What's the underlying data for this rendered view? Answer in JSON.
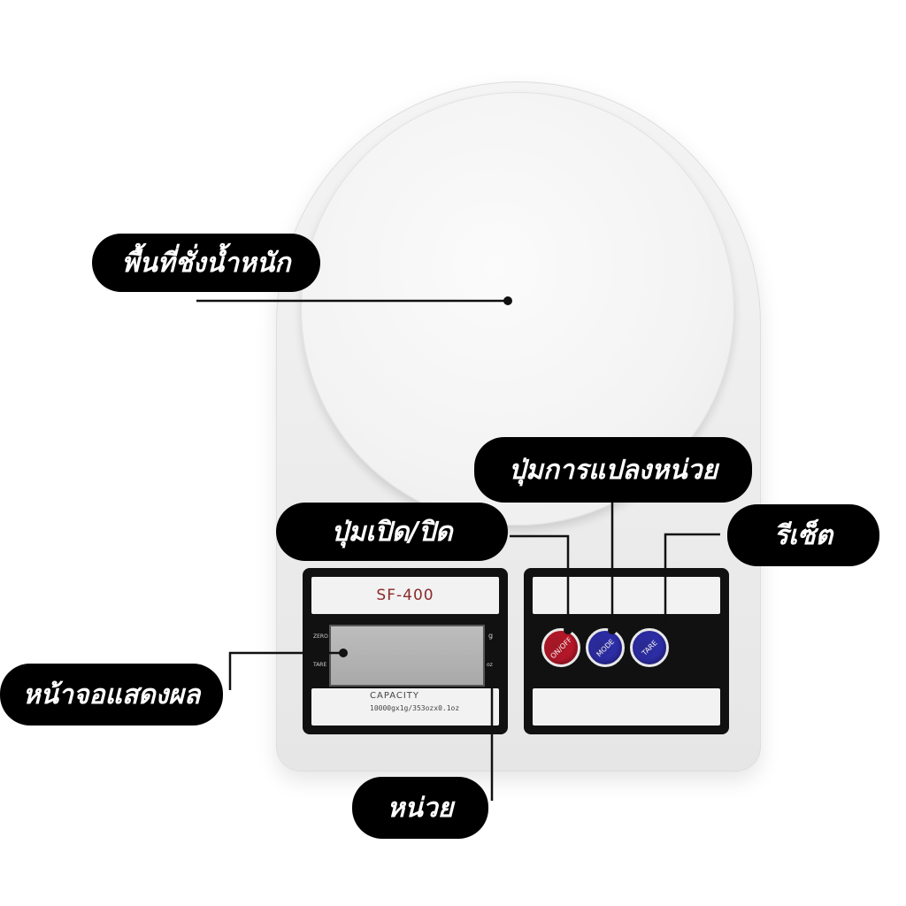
{
  "scale": {
    "model": "SF-400",
    "display_indicators": {
      "left_top": "ZERO",
      "left_bottom": "TARE",
      "right_top": "g",
      "right_bottom": "oz"
    },
    "capacity_title": "CAPACITY",
    "capacity_spec": "10000gx1g/353ozx0.1oz",
    "buttons": [
      {
        "label": "ON/OFF",
        "color": "#c0182a"
      },
      {
        "label": "MODE",
        "color": "#2f2fb0"
      },
      {
        "label": "TARE",
        "color": "#2f2fb0"
      }
    ]
  },
  "callouts": {
    "weighing_area": "พื้นที่ชั่งน้ำหนัก",
    "mode_button": "ปุ่มการแปลงหน่วย",
    "power_button": "ปุ่มเปิด/ปิด",
    "reset": "รีเซ็ต",
    "display": "หน้าจอแสดงผล",
    "unit": "หน่วย"
  }
}
